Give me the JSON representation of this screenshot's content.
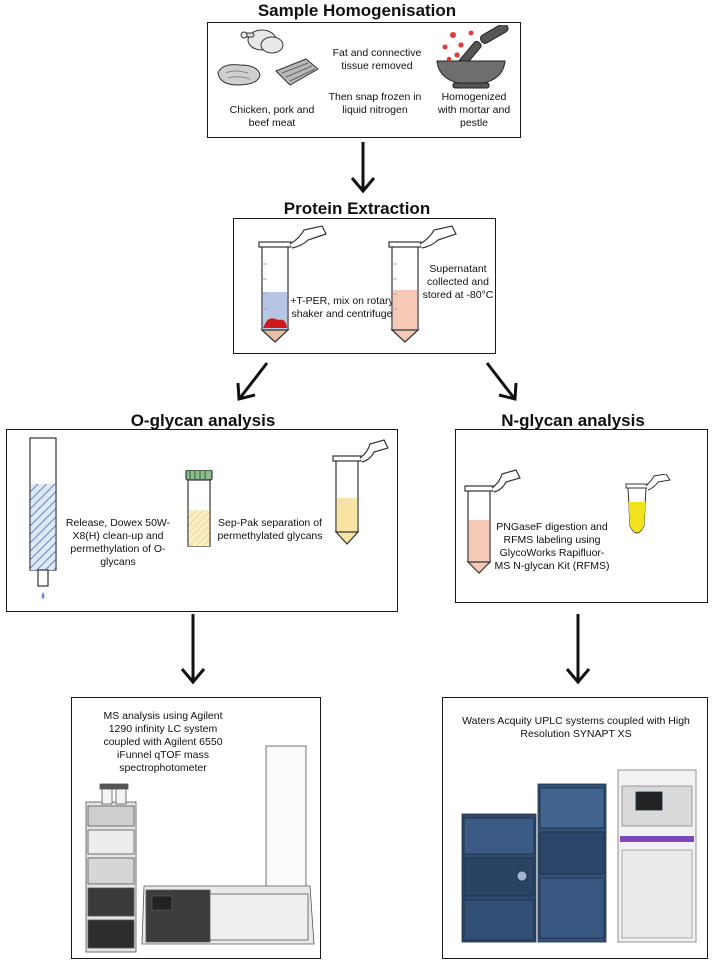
{
  "sample_homogenisation": {
    "title": "Sample Homogenisation",
    "meat_label": "Chicken, pork and beef meat",
    "step1": "Fat and connective tissue removed",
    "step2": "Then snap frozen in liquid nitrogen",
    "result": "Homogenized with mortar and pestle"
  },
  "protein_extraction": {
    "title": "Protein Extraction",
    "step": "+T-PER, mix on rotary shaker and centrifuge",
    "result": "Supernatant collected and stored at -80°C"
  },
  "o_glycan": {
    "title": "O-glycan analysis",
    "step1": "Release, Dowex 50W-X8(H) clean-up and permethylation of O-glycans",
    "step2": "Sep-Pak separation of permethylated glycans",
    "ms": "MS analysis using Agilent 1290 infinity LC system coupled with Agilent 6550 iFunnel qTOF mass spectrophotometer"
  },
  "n_glycan": {
    "title": "N-glycan analysis",
    "step": "PNGaseF digestion and RFMS labeling using GlycoWorks Rapifluor-MS N-glycan Kit (RFMS)",
    "ms": "Waters Acquity UPLC systems coupled with High Resolution SYNAPT XS"
  }
}
